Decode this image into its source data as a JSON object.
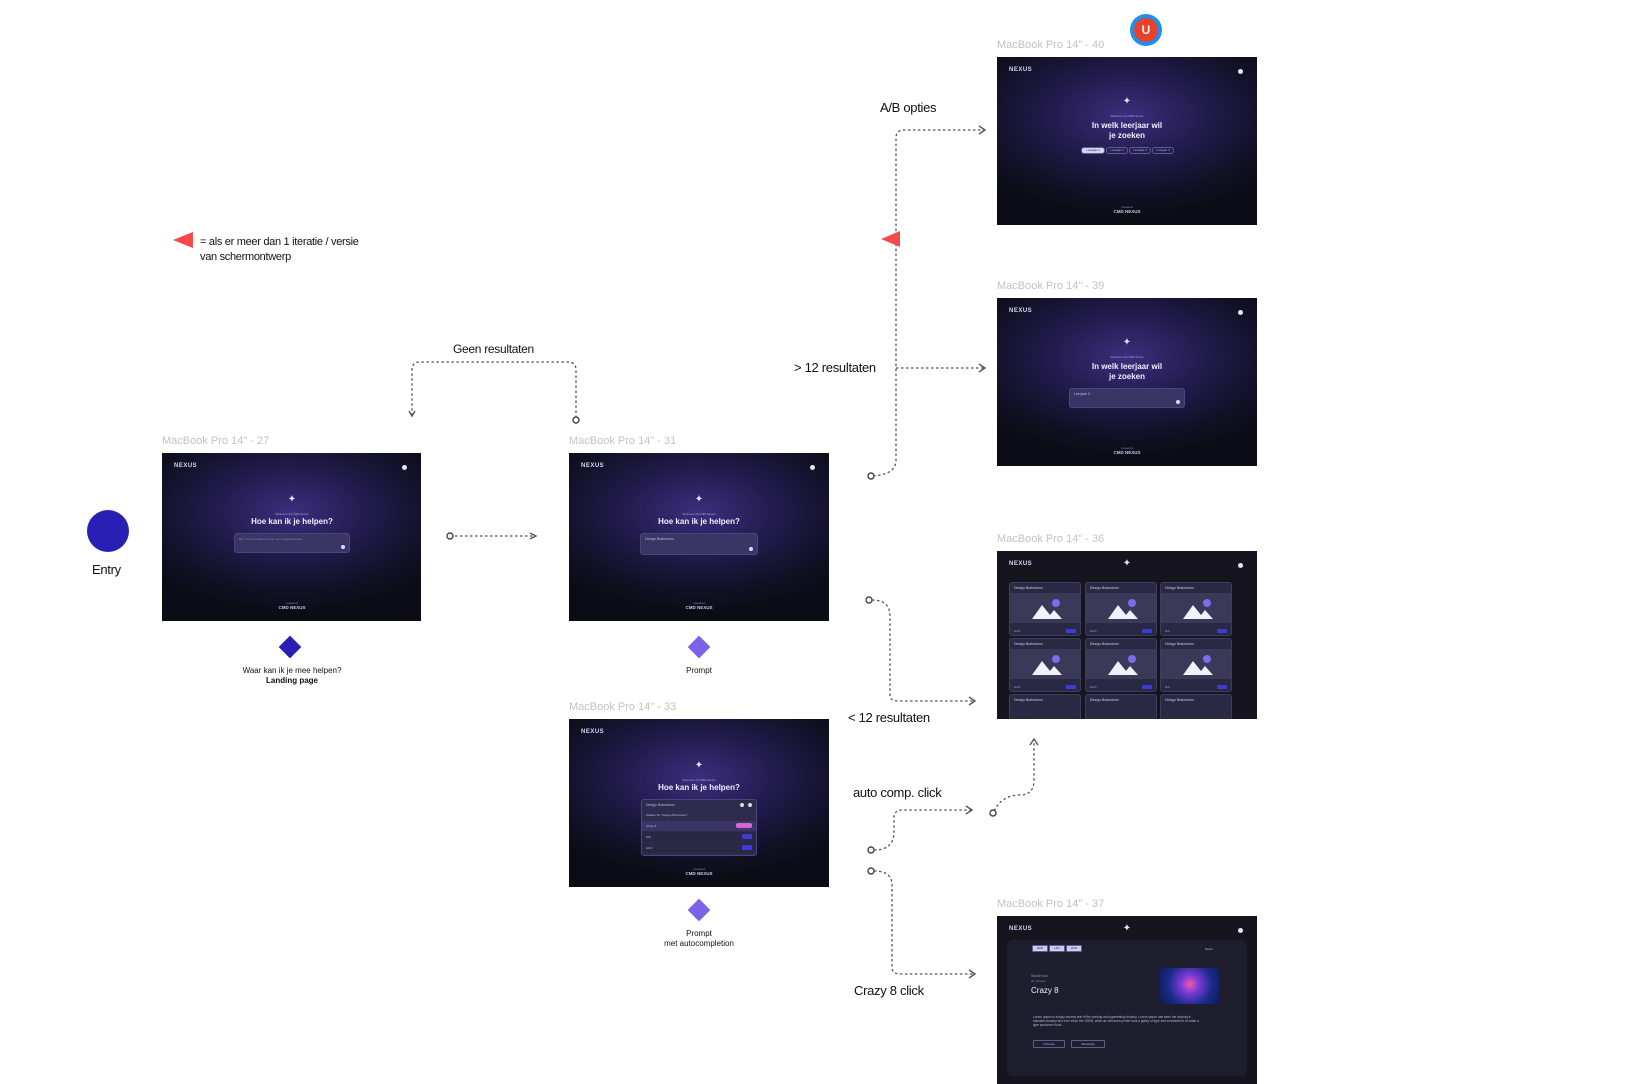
{
  "legend": {
    "line1": "= als er meer dan 1 iteratie / versie",
    "line2": "van schermontwerp",
    "marker_color": "#f24b4b"
  },
  "entry": {
    "label": "Entry",
    "color": "#2a1fb5"
  },
  "avatar": {
    "letter": "U",
    "color": "#e8412c",
    "ring": "#1d8ff2"
  },
  "edges": {
    "geen_resultaten": "Geen resultaten",
    "ab_opties": "A/B opties",
    "meer_12": "> 12 resultaten",
    "minder_12": "< 12 resultaten",
    "auto_comp": "auto comp. click",
    "crazy8": "Crazy 8 click"
  },
  "frames": {
    "f27": {
      "title": "MacBook Pro 14\" - 27",
      "logo": "NEXUS",
      "welcome": "Welcome bij CMD Nexus",
      "headline": "Hoe kan ik je helpen?",
      "placeholder": "Bijv. Ik heb problemen met mijn onderzoeksplan",
      "footer_small": "powered",
      "footer": "CMD NEXUS"
    },
    "f31": {
      "title": "MacBook Pro 14\" - 31",
      "logo": "NEXUS",
      "welcome": "Welcome bij CMD Nexus",
      "headline": "Hoe kan ik je helpen?",
      "input_value": "Design Brainstorm",
      "footer_small": "powered",
      "footer": "CMD NEXUS"
    },
    "f33": {
      "title": "MacBook Pro 14\" - 33",
      "logo": "NEXUS",
      "welcome": "Welcome bij CMD Nexus",
      "headline": "Hoe kan ik je helpen?",
      "input_value": "Design Brainstorm",
      "suggest_title": "Zoeken for \"Design Brainstorm\"",
      "row1": "Crazy 8",
      "row2": "HCI",
      "row3": "HCD",
      "footer_small": "powered",
      "footer": "CMD NEXUS"
    },
    "f40": {
      "title": "MacBook Pro 14\" - 40",
      "logo": "NEXUS",
      "welcome": "Welcome bij CMD Nexus",
      "headline_1": "In welk leerjaar wil",
      "headline_2": "je zoeken",
      "chips": [
        "Leerjaar 1",
        "Leerjaar 2",
        "Leerjaar 3",
        "Leerjaar 4"
      ],
      "footer_small": "powered",
      "footer": "CMD NEXUS"
    },
    "f39": {
      "title": "MacBook Pro 14\" - 39",
      "logo": "NEXUS",
      "welcome": "Welcome bij CMD Nexus",
      "headline_1": "In welk leerjaar wil",
      "headline_2": "je zoeken",
      "input_value": "Leerjaar 3",
      "footer_small": "powered",
      "footer": "CMD NEXUS"
    },
    "f36": {
      "title": "MacBook Pro 14\" - 36",
      "logo": "NEXUS",
      "card_title": "Design Brainstorm",
      "card_tags": [
        "HCD",
        "HCD",
        "HCI",
        "HCD",
        "HCD",
        "HCI"
      ]
    },
    "f37": {
      "title": "MacBook Pro 14\" - 37",
      "logo": "NEXUS",
      "tags": [
        "HCD",
        "HCI",
        "HCD"
      ],
      "top_right": "Delen",
      "kicker": "Studie tool",
      "sub": "30 minuten",
      "heading": "Crazy 8",
      "body": "Lorem Ipsum is simply dummy text of the printing and typesetting industry. Lorem Ipsum has been the industry's standard dummy text ever since the 1500s, when an unknown printer took a galley of type and scrambled it to make a type specimen book.",
      "btn1": "Oefenen",
      "btn2": "Werkwijze"
    }
  },
  "nodes": {
    "landing_q": "Waar kan ik je mee helpen?",
    "landing": "Landing page",
    "prompt": "Prompt",
    "prompt2": "Prompt",
    "prompt2_sub": "met autocompletion"
  },
  "node_colors": {
    "landing": "#2a1fb5",
    "prompt": "#7b62e8"
  }
}
